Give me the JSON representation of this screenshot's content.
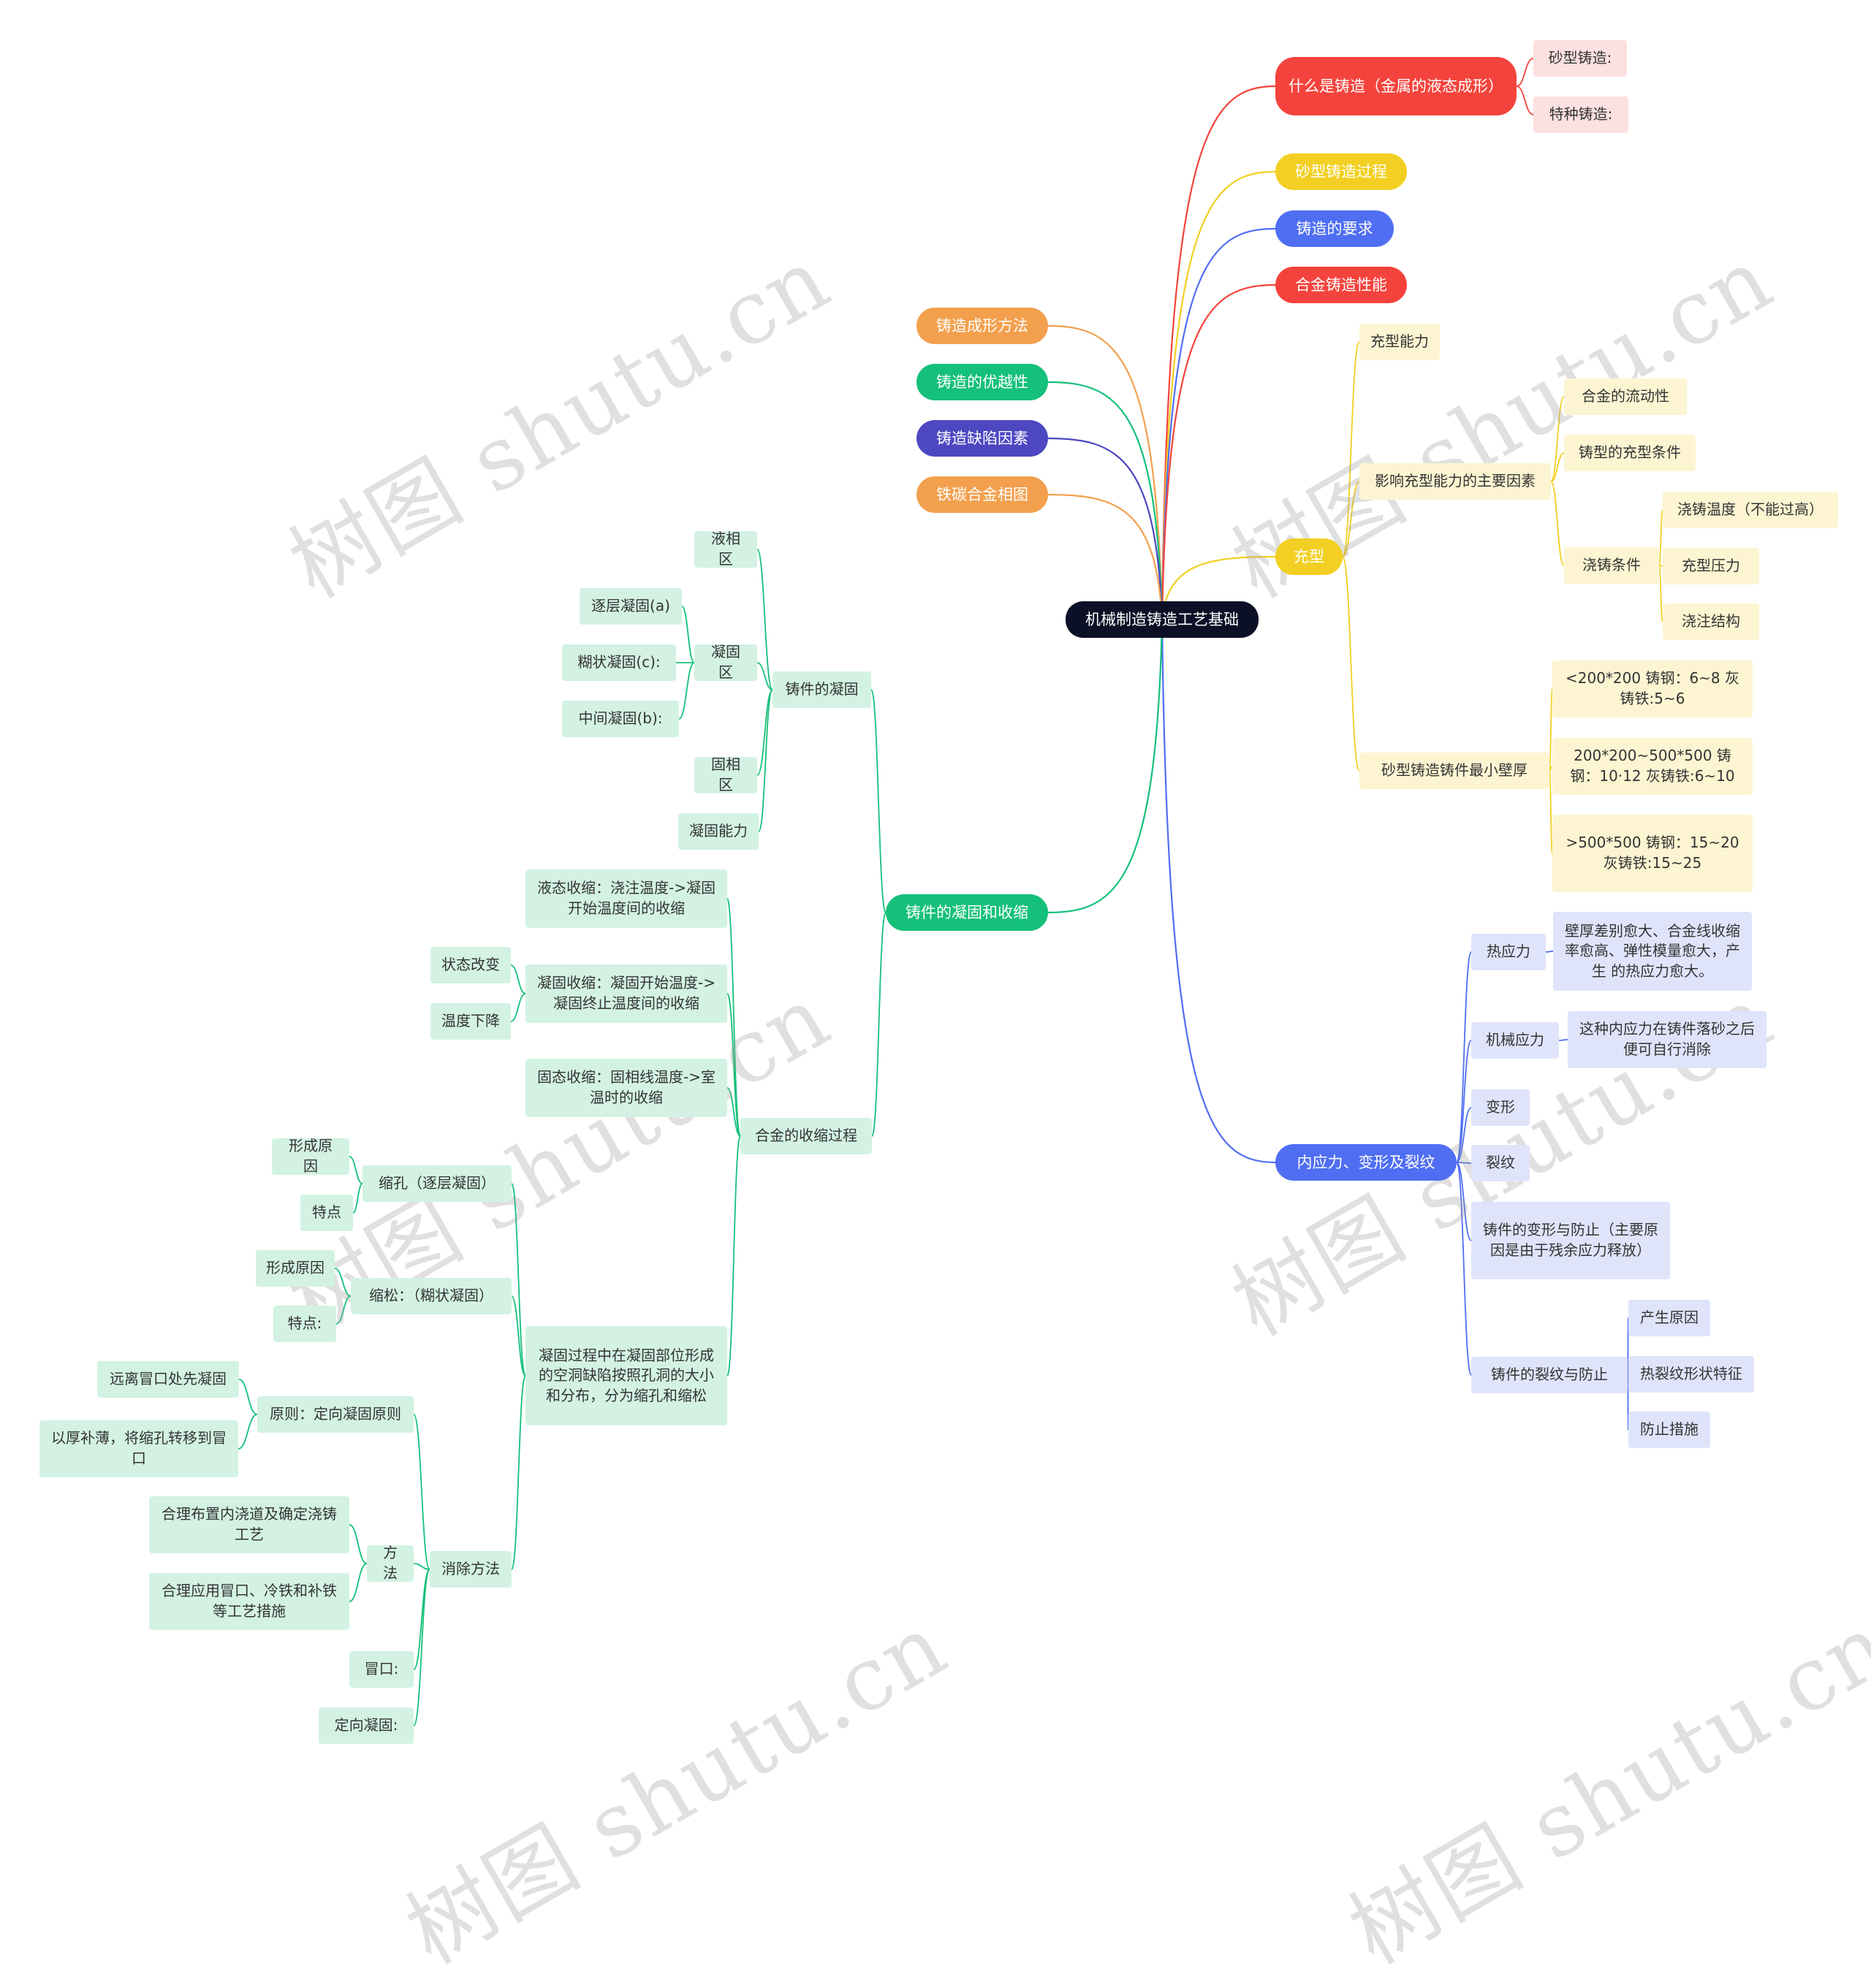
{
  "colors": {
    "root": "#0b1026",
    "red": "#f4433c",
    "red_light": "#fde0e0",
    "yellow": "#f2cf22",
    "yellow_light": "#fdf5d2",
    "blue": "#4f6ef2",
    "blue_light": "#dfe4fb",
    "orange": "#f2a04d",
    "green": "#14c07a",
    "green_light": "#d3f2e3",
    "indigo": "#4d47c2"
  },
  "watermark": "树图 shutu.cn",
  "root": "机械制造铸造工艺基础",
  "nodes": {
    "what_is_casting": "什么是铸造（金属的液态成形）",
    "sand_casting": "砂型铸造:",
    "special_casting": "特种铸造:",
    "sand_process": "砂型铸造过程",
    "requirements": "铸造的要求",
    "alloy_performance": "合金铸造性能",
    "forming_method": "铸造成形方法",
    "superiority": "铸造的优越性",
    "defect_factors": "铸造缺陷因素",
    "fe_c_diagram": "铁碳合金相图",
    "filling": "充型",
    "filling_ability": "充型能力",
    "filling_factors": "影响充型能力的主要因素",
    "alloy_fluidity": "合金的流动性",
    "mold_conditions": "铸型的充型条件",
    "pouring_conditions": "浇铸条件",
    "pouring_temp": "浇铸温度（不能过高）",
    "filling_pressure": "充型压力",
    "gating_structure": "浇注结构",
    "min_wall": "砂型铸造铸件最小壁厚",
    "wall_1": "<200*200 铸钢：6~8 灰铸铁:5~6",
    "wall_2": "200*200~500*500 铸钢：10·12 灰铸铁:6~10",
    "wall_3": ">500*500 铸钢：15~20 灰铸铁:15~25",
    "stress": "内应力、变形及裂纹",
    "thermal_stress": "热应力",
    "thermal_desc": "壁厚差别愈大、合金线收缩率愈高、弹性模量愈大，产生 的热应力愈大。",
    "mech_stress": "机械应力",
    "mech_desc": "这种内应力在铸件落砂之后便可自行消除",
    "deformation": "变形",
    "crack": "裂纹",
    "deform_prevent": "铸件的变形与防止（主要原因是由于残余应力释放）",
    "crack_prevent": "铸件的裂纹与防止",
    "crack_cause": "产生原因",
    "hot_crack": "热裂纹形状特征",
    "prevent_measure": "防止措施",
    "solid_shrink": "铸件的凝固和收缩",
    "solidification": "铸件的凝固",
    "liquid_zone": "液相区",
    "mushy_zone": "凝固区",
    "layer_solid": "逐层凝固(a)",
    "paste_solid": "糊状凝固(c):",
    "mid_solid": "中间凝固(b):",
    "solid_zone": "固相区",
    "solid_ability": "凝固能力",
    "shrink_process": "合金的收缩过程",
    "liquid_shrink": "液态收缩：浇注温度->凝固开始温度间的收缩",
    "solidify_shrink": "凝固收缩：凝固开始温度->凝固终止温度间的收缩",
    "state_change": "状态改变",
    "temp_drop": "温度下降",
    "solid_state_shrink": "固态收缩：固相线温度->室温时的收缩",
    "cavity": "凝固过程中在凝固部位形成的空洞缺陷按照孔洞的大小和分布，分为缩孔和缩松",
    "shrink_hole": "缩孔（逐层凝固）",
    "hole_cause": "形成原因",
    "hole_feature": "特点",
    "porosity": "缩松：（糊状凝固）",
    "porosity_cause": "形成原因",
    "porosity_feature": "特点:",
    "elimination": "消除方法",
    "principle": "原则：定向凝固原则",
    "far_riser": "远离冒口处先凝固",
    "thick_feed": "以厚补薄，将缩孔转移到冒口",
    "method": "方法",
    "arrange_gating": "合理布置内浇道及确定浇铸工艺",
    "use_riser": "合理应用冒口、冷铁和补铁等工艺措施",
    "riser": "冒口:",
    "directional": "定向凝固:"
  }
}
